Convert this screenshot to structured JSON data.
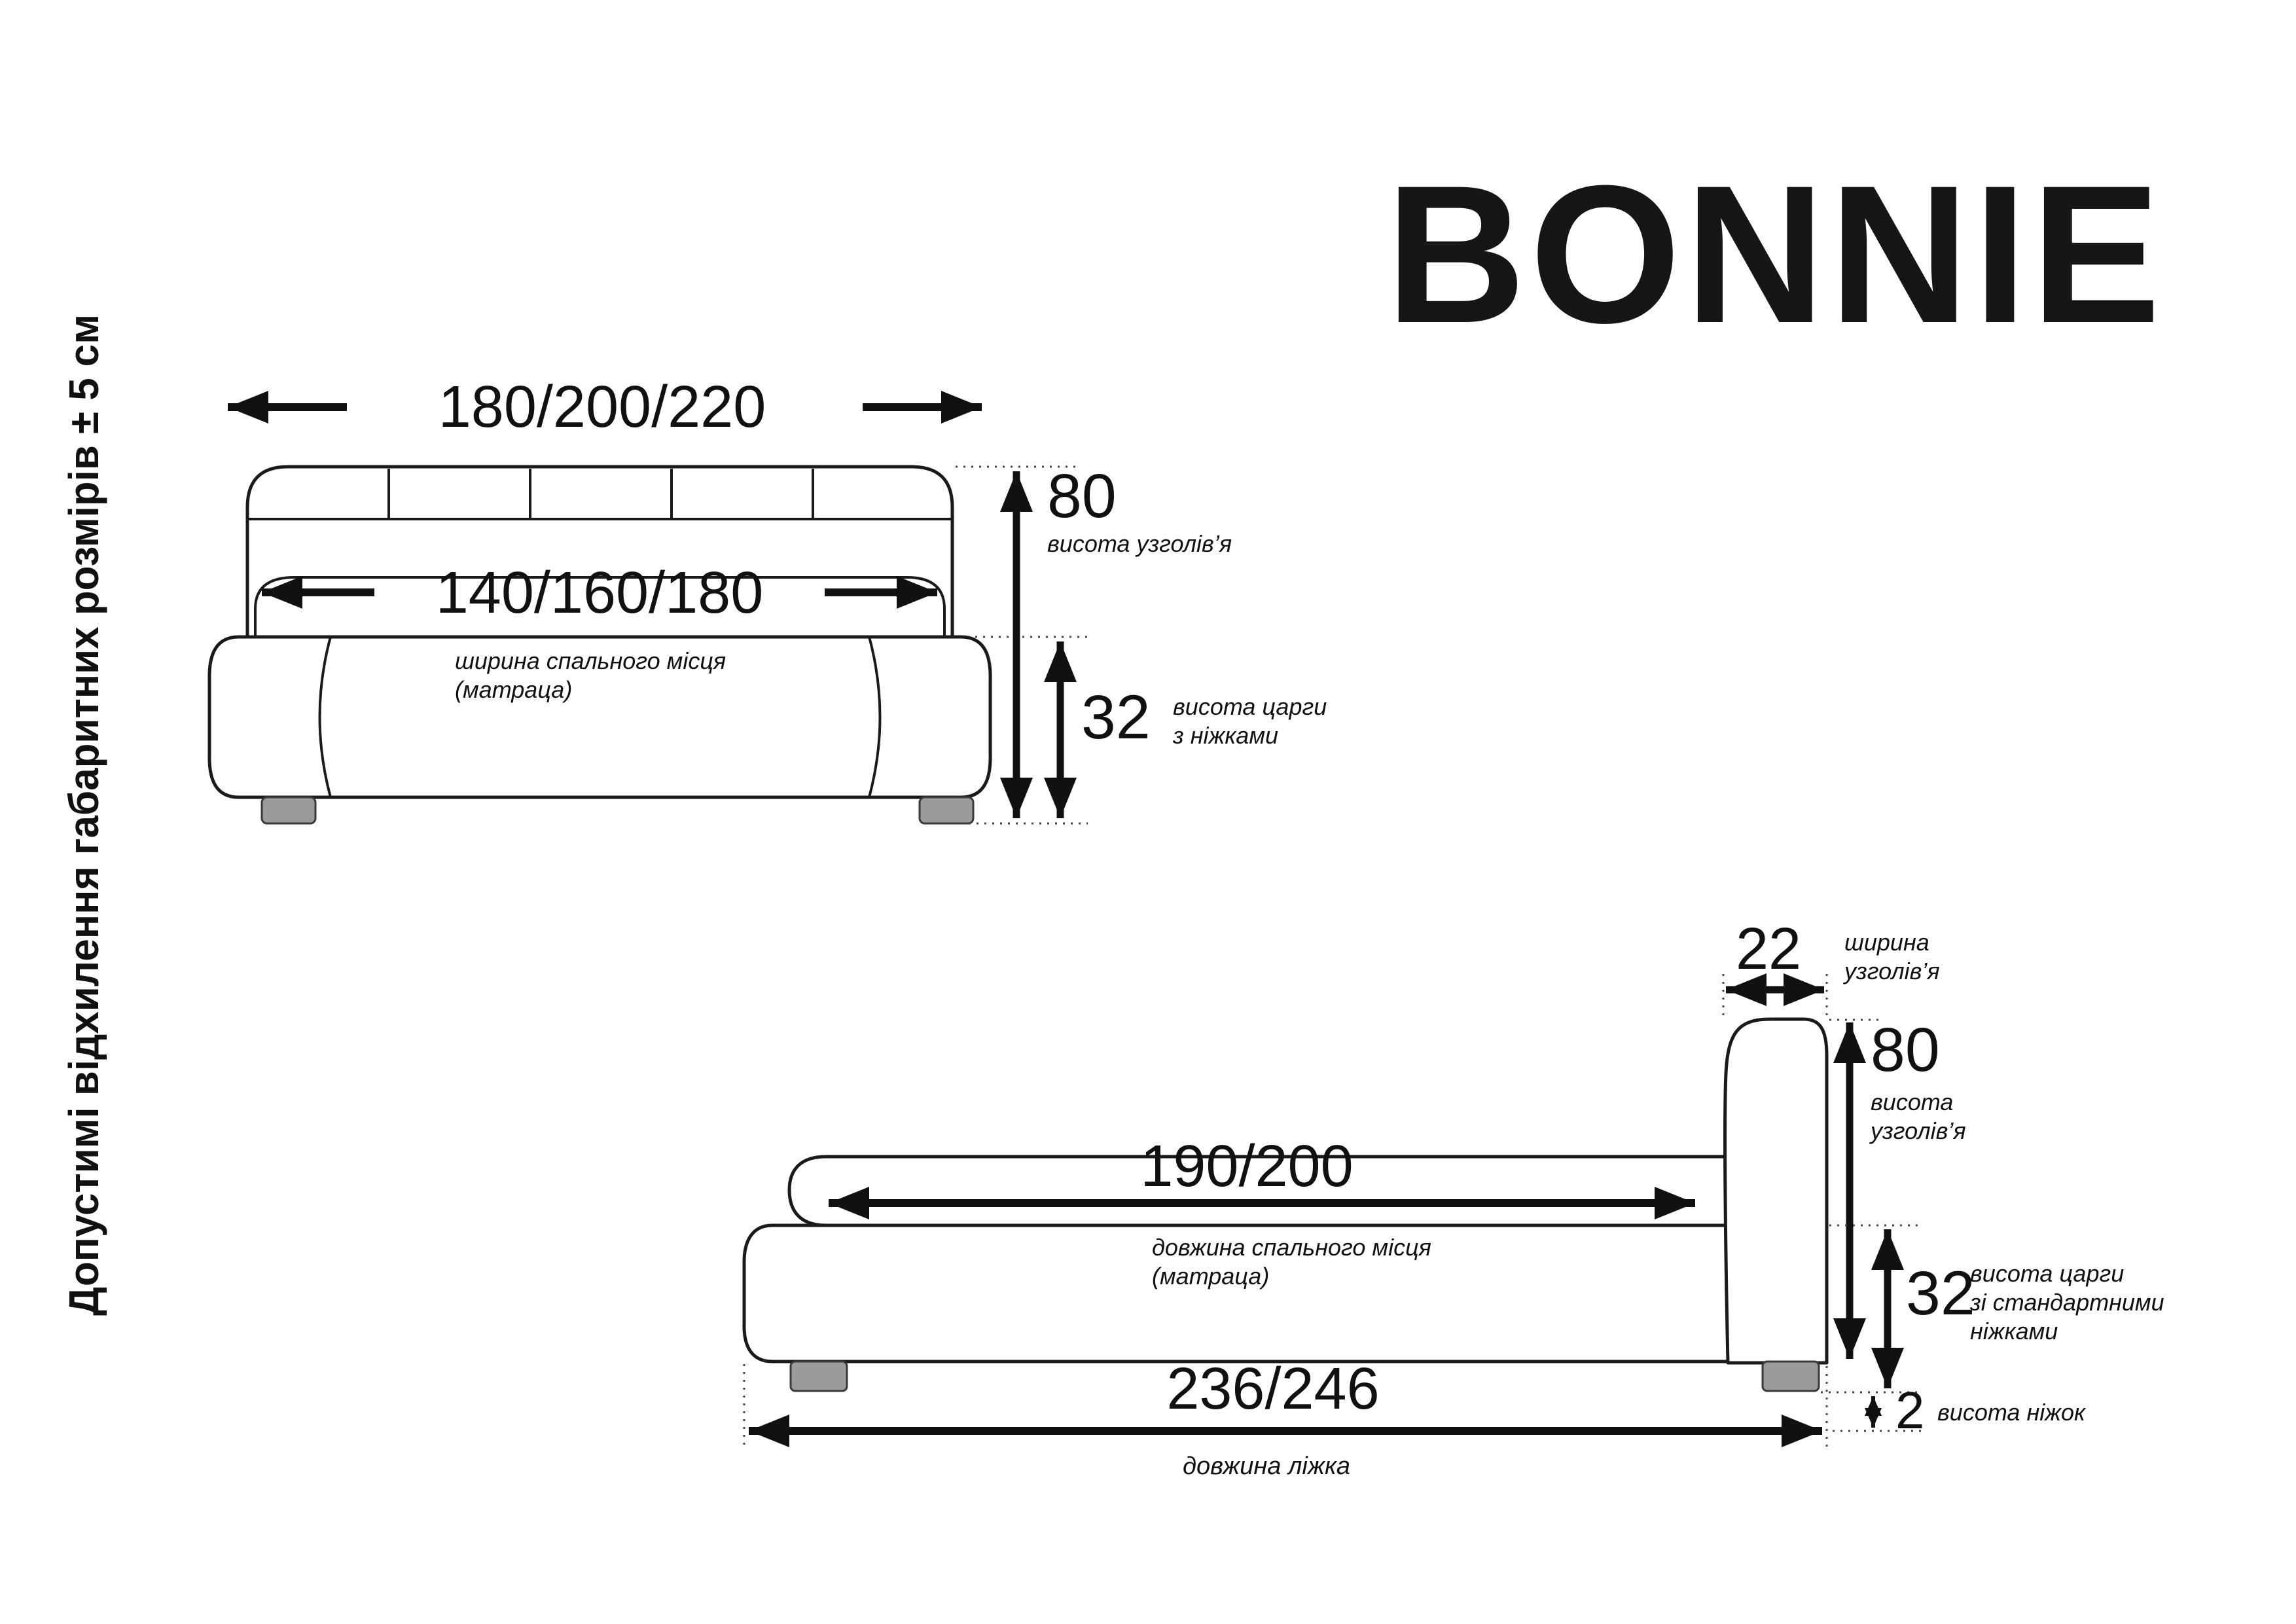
{
  "title": "BONNIE",
  "note_vertical": "Допустимі відхилення габаритних розмірів ± 5 см",
  "front_view": {
    "overall_width": "180/200/220",
    "mattress_width": "140/160/180",
    "mattress_width_label1": "ширина спального місця",
    "mattress_width_label2": "(матраца)",
    "headboard_height": "80",
    "headboard_height_label": "висота узголів’я",
    "frame_height": "32",
    "frame_height_label1": "висота царги",
    "frame_height_label2": "з ніжками"
  },
  "side_view": {
    "headboard_depth": "22",
    "headboard_depth_label1": "ширина",
    "headboard_depth_label2": "узголів’я",
    "headboard_height": "80",
    "headboard_height_label1": "висота",
    "headboard_height_label2": "узголів’я",
    "mattress_length": "190/200",
    "mattress_length_label1": "довжина спального місця",
    "mattress_length_label2": "(матраца)",
    "frame_height": "32",
    "frame_height_label1": "висота царги",
    "frame_height_label2": "зі стандартними",
    "frame_height_label3": "ніжками",
    "bed_length": "236/246",
    "bed_length_label": "довжина ліжка",
    "leg_height": "2",
    "leg_height_label": "висота ніжок"
  }
}
